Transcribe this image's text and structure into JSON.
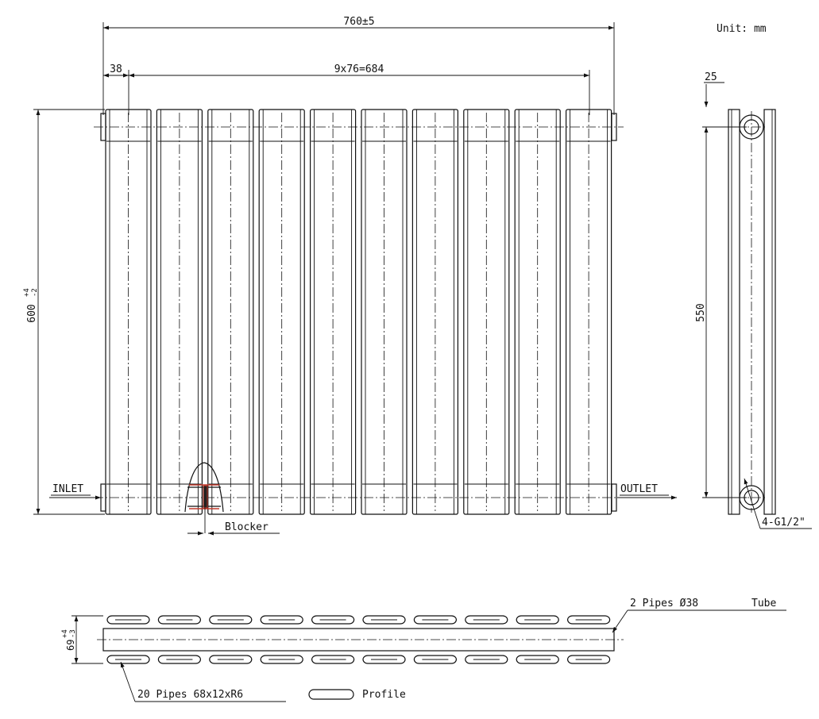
{
  "unit_note": "Unit: mm",
  "front_view": {
    "dim_overall_width": "760±5",
    "dim_first_offset": "38",
    "dim_pitch": "9x76=684",
    "dim_height_base": "600",
    "dim_height_tol_plus": "+4",
    "dim_height_tol_minus": "-2",
    "inlet_label": "INLET",
    "outlet_label": "OUTLET",
    "blocker_label": "Blocker",
    "column_count": 10
  },
  "side_view": {
    "dim_depth_top": "25",
    "dim_port_centers": "550",
    "thread_label": "4-G1/2\""
  },
  "top_view": {
    "dim_depth_base": "69",
    "dim_depth_tol_plus": "+4",
    "dim_depth_tol_minus": "-3",
    "tube_spec": "2 Pipes Ø38",
    "tube_label": "Tube",
    "pipe_spec": "20 Pipes 68x12xR6",
    "profile_label": "Profile"
  },
  "colors": {
    "line": "#111111",
    "blocker_accent": "#c0392b"
  }
}
